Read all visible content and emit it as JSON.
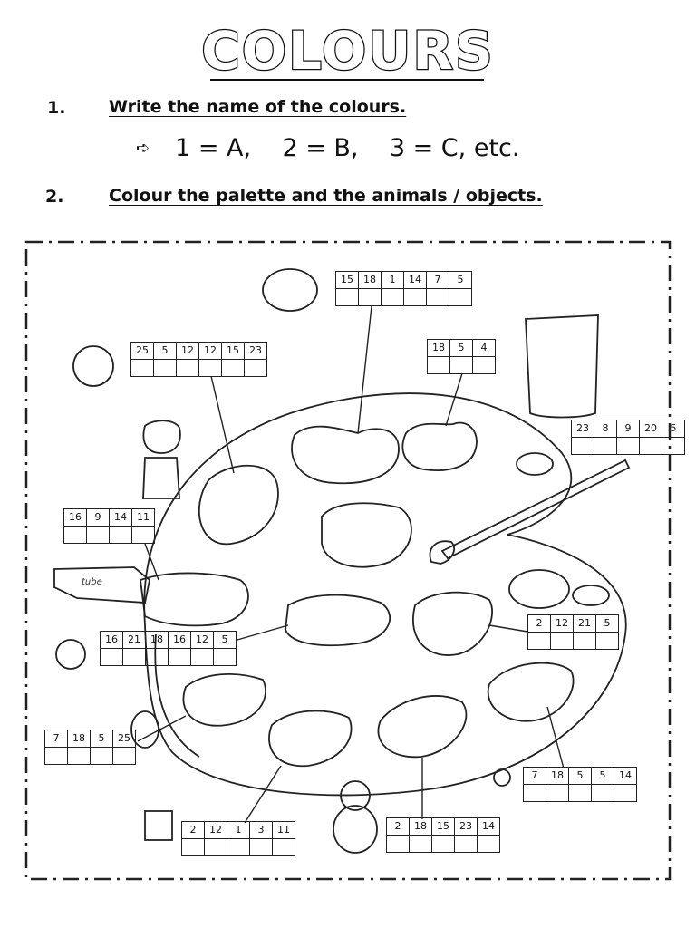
{
  "worksheet": {
    "title": "COLOURS",
    "task1": {
      "number": "1.",
      "text": "Write the name of the colours."
    },
    "hint": {
      "arrow": "➪",
      "text": "1 = A,    2 = B,    3 = C, etc."
    },
    "task2": {
      "number": "2.",
      "text": "Colour the palette and the animals / objects."
    }
  },
  "codes": [
    {
      "id": "orange",
      "numbers": [
        "15",
        "18",
        "1",
        "14",
        "7",
        "5"
      ]
    },
    {
      "id": "yellow",
      "numbers": [
        "25",
        "5",
        "12",
        "12",
        "15",
        "23"
      ]
    },
    {
      "id": "red",
      "numbers": [
        "18",
        "5",
        "4"
      ]
    },
    {
      "id": "white",
      "numbers": [
        "23",
        "8",
        "9",
        "20",
        "5"
      ]
    },
    {
      "id": "pink",
      "numbers": [
        "16",
        "9",
        "14",
        "11"
      ]
    },
    {
      "id": "purple",
      "numbers": [
        "16",
        "21",
        "18",
        "16",
        "12",
        "5"
      ]
    },
    {
      "id": "blue",
      "numbers": [
        "2",
        "12",
        "21",
        "5"
      ]
    },
    {
      "id": "grey",
      "numbers": [
        "7",
        "18",
        "5",
        "25"
      ]
    },
    {
      "id": "green",
      "numbers": [
        "7",
        "18",
        "5",
        "5",
        "14"
      ]
    },
    {
      "id": "black",
      "numbers": [
        "2",
        "12",
        "1",
        "3",
        "11"
      ]
    },
    {
      "id": "brown",
      "numbers": [
        "2",
        "18",
        "15",
        "23",
        "14"
      ]
    }
  ]
}
